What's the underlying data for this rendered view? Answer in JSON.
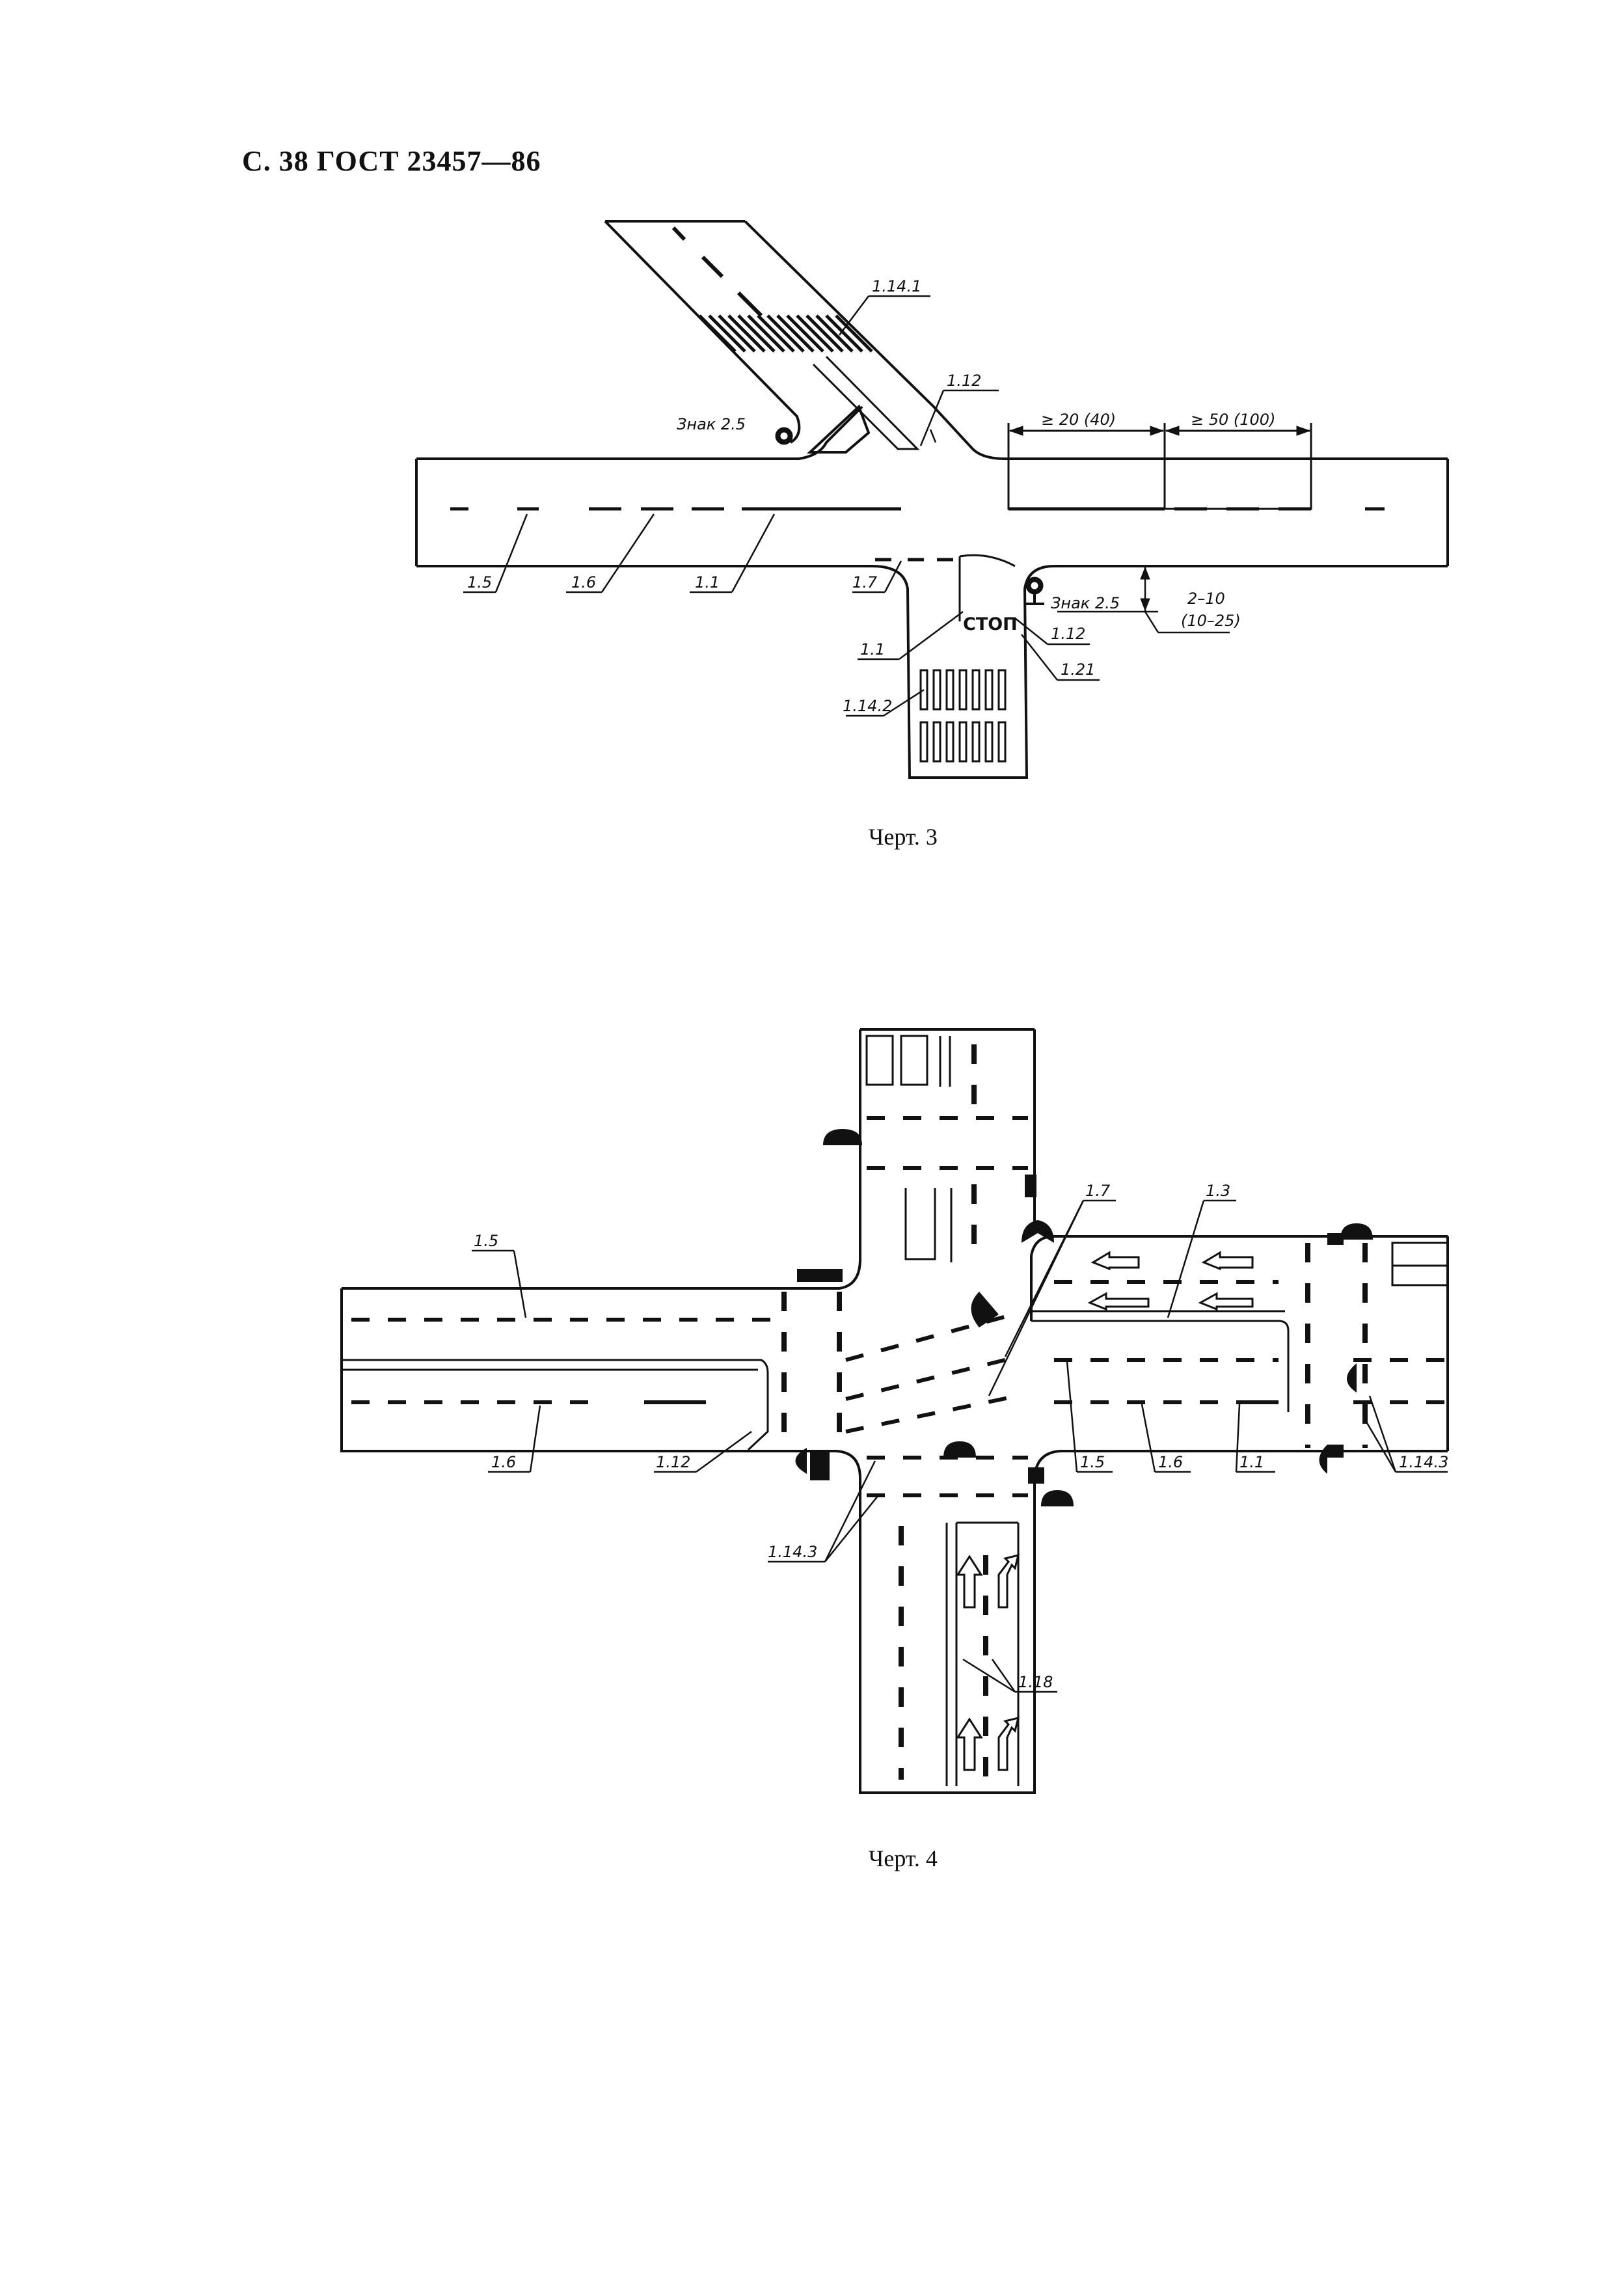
{
  "header": {
    "text": "С. 38 ГОСТ 23457—86"
  },
  "figure3": {
    "caption": "Черт. 3",
    "labels": {
      "m1_14_1": "1.14.1",
      "m1_12_top": "1.12",
      "sign_left": "Знак 2.5",
      "dim_20": "≥ 20 (40)",
      "dim_50": "≥ 50 (100)",
      "m1_5": "1.5",
      "m1_6": "1.6",
      "m1_1": "1.1",
      "m1_7": "1.7",
      "m1_1_b": "1.1",
      "m1_14_2": "1.14.2",
      "sign_right": "Знак 2.5",
      "m1_12_b": "1.12",
      "m1_21": "1.21",
      "dim_2_10": "2–10",
      "dim_10_25": "(10–25)",
      "stop": "СТОП"
    }
  },
  "figure4": {
    "caption": "Черт. 4",
    "labels": {
      "m1_5_left": "1.5",
      "m1_7": "1.7",
      "m1_3": "1.3",
      "m1_6_left": "1.6",
      "m1_12": "1.12",
      "m1_5_right": "1.5",
      "m1_6_right": "1.6",
      "m1_1": "1.1",
      "m1_14_3_right": "1.14.3",
      "m1_14_3_left": "1.14.3",
      "m1_18": "1.18"
    }
  },
  "colors": {
    "ink": "#111111",
    "paper": "#ffffff"
  }
}
